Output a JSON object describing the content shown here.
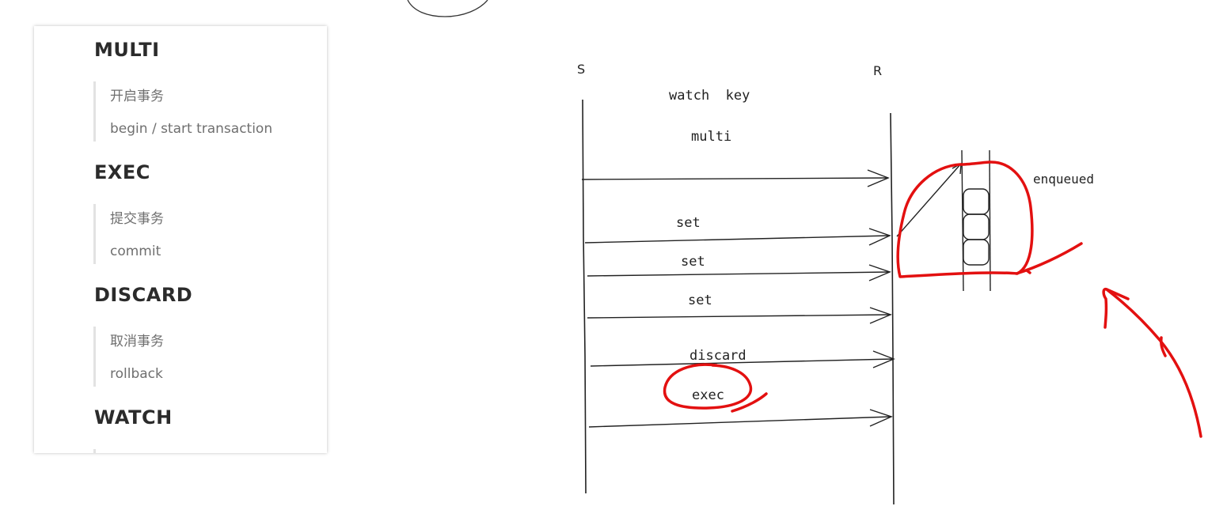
{
  "sidebar": {
    "commands": [
      {
        "name": "MULTI",
        "desc_cn": "开启事务",
        "desc_en": "begin / start transaction"
      },
      {
        "name": "EXEC",
        "desc_cn": "提交事务",
        "desc_en": "commit"
      },
      {
        "name": "DISCARD",
        "desc_cn": "取消事务",
        "desc_en": "rollback"
      },
      {
        "name": "WATCH"
      }
    ]
  },
  "diagram": {
    "sender_label": "S",
    "receiver_label": "R",
    "watch_label": "watch  key",
    "multi_label": "multi",
    "set_labels": [
      "set",
      "set",
      "set"
    ],
    "discard_label": "discard",
    "exec_label": "exec",
    "queue_label": "enqueued",
    "annotation_color": "#e31010",
    "line_color": "#222222"
  }
}
